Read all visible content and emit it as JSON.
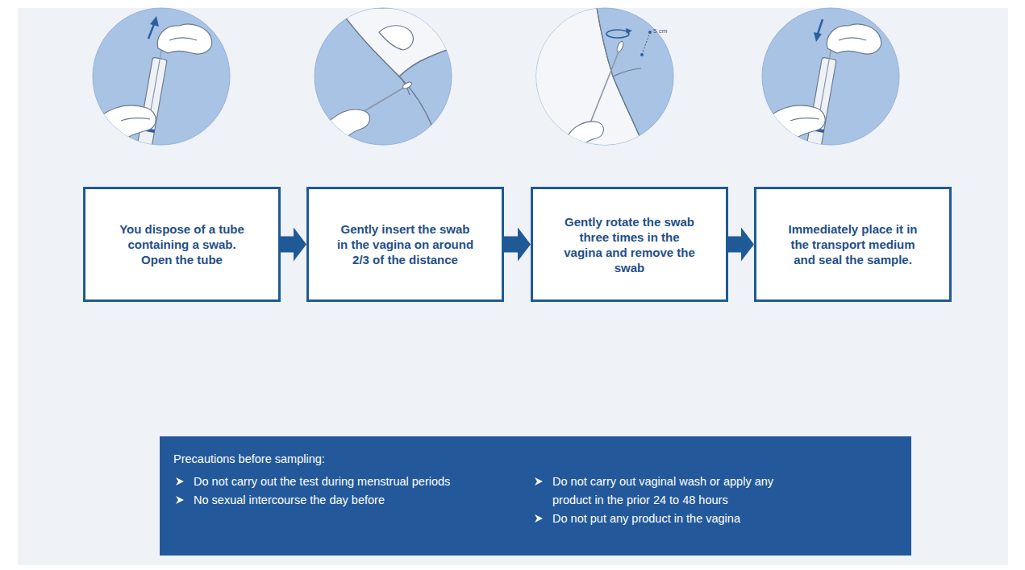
{
  "diagram": {
    "nodes": [
      {
        "text": [
          "You dispose of a tube containing a swab. Open the tube"
        ]
      },
      {
        "text": [
          "Gently insert the swab in the vagina on around 2/3 of the distance"
        ]
      },
      {
        "text": [
          "Gently rotate the swab three times in the vagina and remove the swab"
        ]
      },
      {
        "text": [
          "Immediately place it in the transport medium and seal the sample."
        ]
      },
      {
        "text": [
          "Precautions before sampling:",
          "Do not carry out the test during menstrual periods",
          "No sexual intercourse the day before",
          "Do not carry out vaginal wash or apply any product in the prior 24 to 48 hours",
          "Do not put any product in the vagina"
        ]
      }
    ],
    "edges": [
      {
        "from": 0,
        "to": 1,
        "arrow": "to"
      },
      {
        "from": 1,
        "to": 2,
        "arrow": "to"
      },
      {
        "from": 2,
        "to": 3,
        "arrow": "to"
      }
    ],
    "labels": [
      "5 cm"
    ]
  }
}
